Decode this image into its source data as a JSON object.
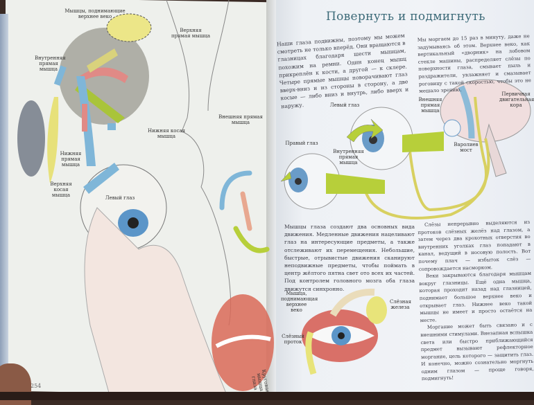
{
  "left_page": {
    "page_number": "254",
    "labels": {
      "levator_top": "Мышцы, поднимающие верхнее веко",
      "superior_rectus": "Верхняя прямая мышца",
      "medial_rectus": "Внутренняя прямая мышца",
      "lateral_rectus": "Внешняя прямая мышца",
      "inferior_oblique": "Нижняя косая мышца",
      "inferior_rectus": "Нижняя прямая мышца",
      "superior_oblique": "Верхняя косая мышца",
      "left_eye": "Левый глаз",
      "orbicularis": "Круговая мышца глаза"
    }
  },
  "right_page": {
    "title": "Повернуть и подмигнуть",
    "intro_left": "Наши глаза подвижны, поэтому мы можем смотреть не только вперёд. Они вращаются в глазницах благодаря шести мышцам, похожим на ремни. Один конец мышц прикреплён к кости, а другой — к склере. Четыре прямые мышцы поворачивают глаз вверх-вниз и из стороны в сторону, а две косые — либо вниз и внутрь, либо вверх и наружу.",
    "intro_right": "Мы моргаем до 15 раз в минуту, даже не задумываясь об этом. Верхнее веко, как вертикальный «дворник» на лобовом стекле машины, распределяет слёзы по поверхности глаза, смывает пыль и раздражители, увлажняет и смазывает роговицу с такой скоростью, чтобы это не мешало зрению.",
    "diagram_labels": {
      "left_eye": "Левый глаз",
      "right_eye": "Правый глаз",
      "lateral_rectus": "Внешняя прямая мышца",
      "medial_rectus": "Внутренняя прямая мышца",
      "motor_cortex": "Первичная двигательная кора",
      "pons": "Варолиев мост"
    },
    "movement_text": "Мышцы глаза создают два основных вида движения. Медленные движения нацеливают глаз на интересующие предметы, а также отслеживают их перемещения. Небольшие, быстрые, отрывистые движения сканируют неподвижные предметы, чтобы поймать в центр жёлтого пятна свет ото всех их частей. Под контролем головного мозга оба глаза движутся синхронно.",
    "tears_p1": "Слёзы непрерывно выделяются из протоков слёзных желёз над глазом, а затем через два крохотных отверстия во внутренних уголках глаз попадают в канал, ведущий в носовую полость. Вот почему плач — избыток слёз — сопровождается насморком.",
    "tears_p2": "Веки закрываются благодаря мышцам вокруг глазницы. Ещё одна мышца, которая проходит назад над глазницей, поднимает большое верхнее веко и открывает глаз. Нижнее веко такой мышцы не имеет и просто остаётся на месте.",
    "tears_p3": "Моргание может быть связано и с внешними стимулами. Внезапная вспышка света или быстро приближающийся предмет вызывают рефлекторное моргание, цель которого — защитить глаз. И конечно, можно сознательно моргнуть одним глазом — проще говоря, подмигнуть!",
    "lid_labels": {
      "levator": "Мышца, поднимающая верхнее веко",
      "lacrimal_gland": "Слёзная железа",
      "lacrimal_duct": "Слёзный проток"
    }
  },
  "colors": {
    "title": "#3c6a78",
    "muscle_green": "#b7cf3a",
    "muscle_red": "#e08a86",
    "muscle_blue": "#7fb6d8",
    "iris": "#5b95c8",
    "nerve": "#d8d060"
  }
}
